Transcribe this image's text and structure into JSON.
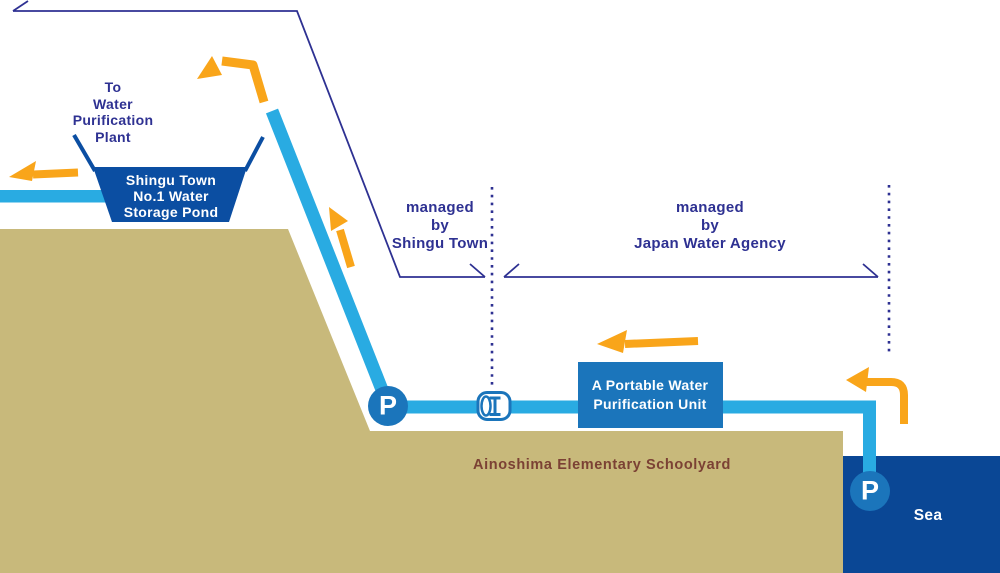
{
  "colors": {
    "pipe_blue": "#29ABE2",
    "deep_blue": "#0B4EA2",
    "sea_blue": "#0A4795",
    "medium_blue": "#1B75BB",
    "orange": "#F9A51A",
    "line_navy": "#2E3192",
    "ground_tan": "#C8B97B",
    "schoolyard_text": "#7B4134"
  },
  "labels": {
    "destination": "To\nWater\nPurification\nPlant",
    "pond": "Shingu Town\nNo.1 Water\nStorage Pond",
    "zone_left": "managed\nby\nShingu Town",
    "zone_right": "managed\nby\nJapan Water Agency",
    "unit": "A Portable Water\nPurification Unit",
    "schoolyard": "Ainoshima Elementary Schoolyard",
    "sea": "Sea",
    "pump": "P"
  }
}
